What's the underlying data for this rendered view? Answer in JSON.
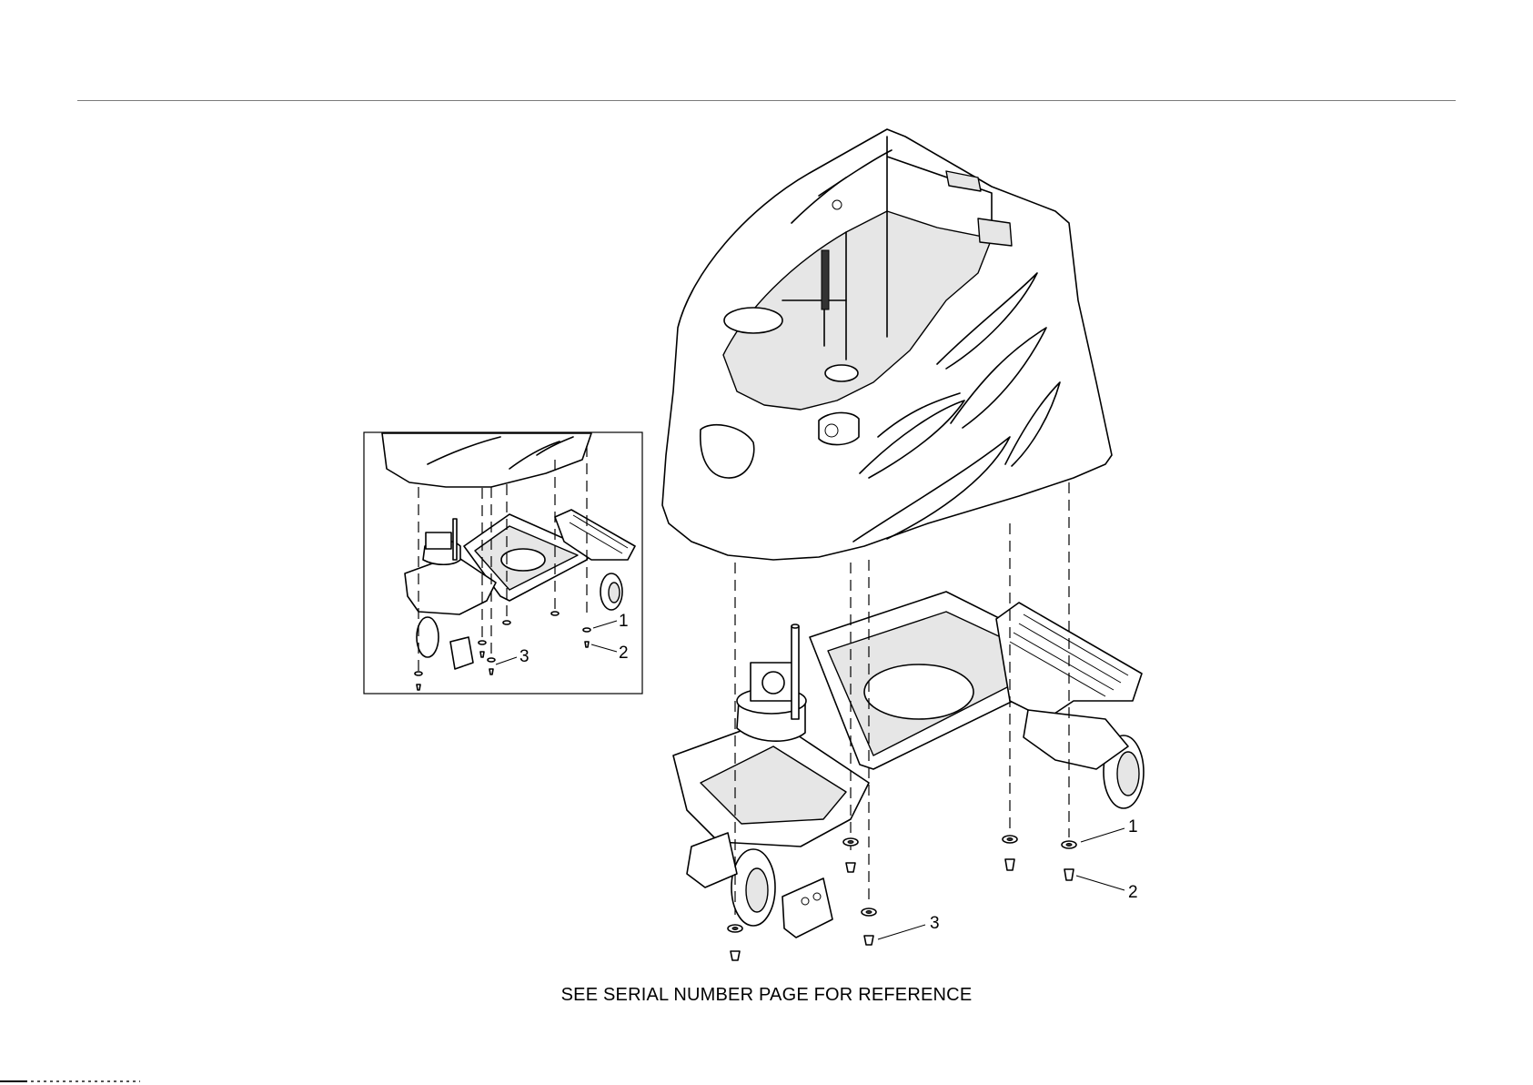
{
  "caption": "SEE SERIAL NUMBER PAGE FOR REFERENCE",
  "callouts": {
    "main": [
      {
        "label": "1"
      },
      {
        "label": "2"
      },
      {
        "label": "3"
      }
    ],
    "inset": [
      {
        "label": "1"
      },
      {
        "label": "2"
      },
      {
        "label": "3"
      }
    ]
  }
}
